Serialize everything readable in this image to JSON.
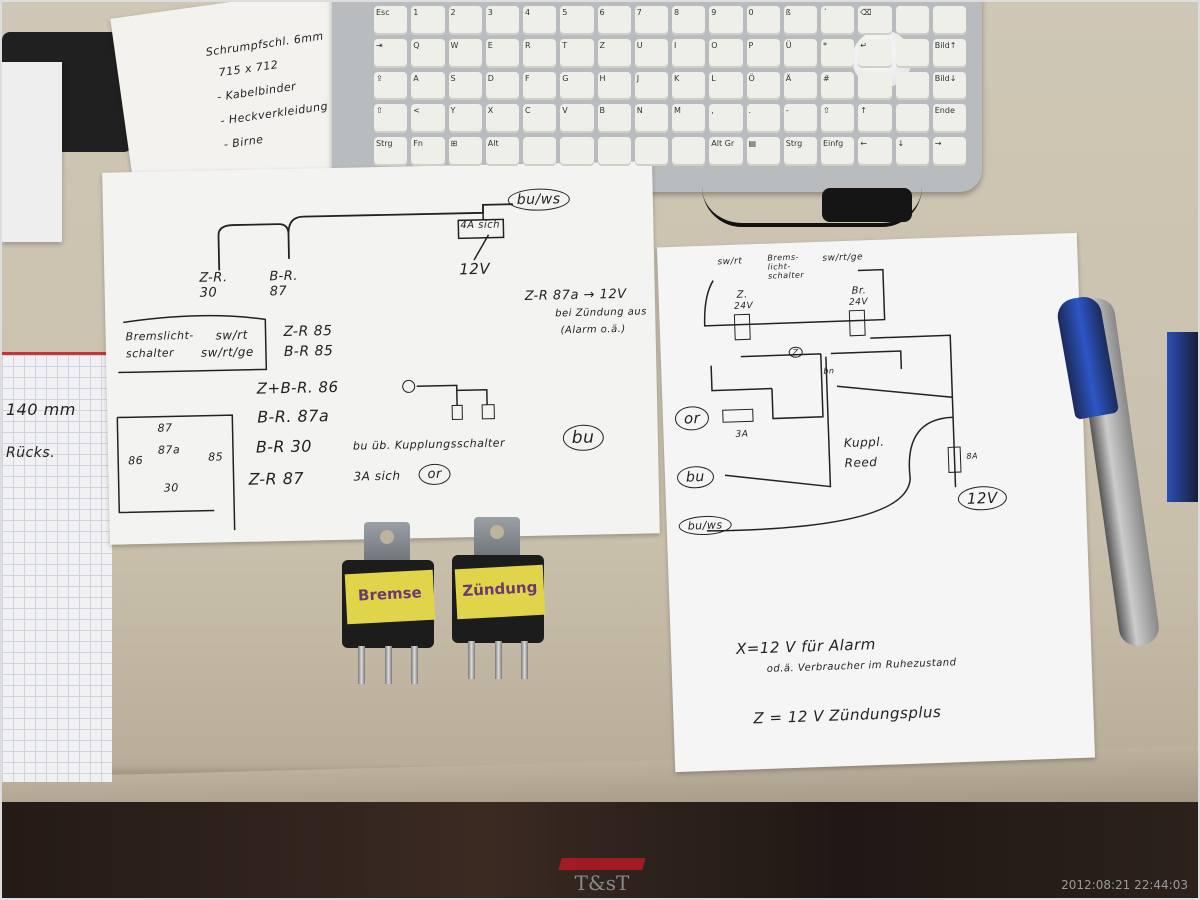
{
  "left_sheet": {
    "zr30": "Z-R. 30",
    "br87": "B-R. 87",
    "bu_ws": "bu/ws",
    "fuse": "4A sich",
    "v12": "12V",
    "zr87a_note": "Z-R 87a → 12V",
    "zr87a_note2": "bei Zündung aus",
    "zr87a_note3": "(Alarm o.ä.)",
    "switch_l1": "Bremslicht-",
    "switch_l2": "schalter",
    "sw_rt": "sw/rt",
    "sw_rt_ge": "sw/rt/ge",
    "zr85": "Z-R 85",
    "br85": "B-R 85",
    "zbr86": "Z+B-R. 86",
    "br87a": "B-R. 87a",
    "br30": "B-R 30",
    "br30_desc": "bu üb. Kupplungsschalter",
    "bu": "bu",
    "zr87": "Z-R 87",
    "zr87_desc": "3A sich",
    "or": "or",
    "pinout": {
      "p87": "87",
      "p87a": "87a",
      "p86": "86",
      "p85": "85",
      "p30": "30"
    }
  },
  "right_sheet": {
    "sw_rt": "sw/rt",
    "bremslicht": "Brems-licht-schalter",
    "sw_rt_ge": "sw/rt/ge",
    "z_relay": "Z.",
    "z_volt": "24V",
    "br_relay": "Br.",
    "br_volt": "24V",
    "z_mark": "Z",
    "bn": "bn",
    "or": "or",
    "fuse3a": "3A",
    "bu": "bu",
    "bu_ws": "bu/ws",
    "kuppl": "Kuppl.",
    "reed": "Reed",
    "fuse8a": "8A",
    "v12": "12V",
    "note_x1": "X=12 V für Alarm",
    "note_x2": "od.ä. Verbraucher im Ruhezustand",
    "note_z": "Z = 12 V Zündungsplus"
  },
  "relays": [
    {
      "label": "Bremse"
    },
    {
      "label": "Zündung"
    }
  ],
  "graph_paper": {
    "line1": "140 mm",
    "line2": "Rücks."
  },
  "notes_top": {
    "line1": "Schrumpfschl. 6mm",
    "line2": "715 x 712",
    "line3": "- Kabelbinder",
    "line4": "- Heckverkleidung",
    "line5": "- Birne"
  },
  "keyboard": {
    "keys": [
      "Esc",
      "1",
      "2",
      "3",
      "4",
      "5",
      "6",
      "7",
      "8",
      "9",
      "0",
      "ß",
      "´",
      "⌫",
      "",
      "",
      "⇥",
      "Q",
      "W",
      "E",
      "R",
      "T",
      "Z",
      "U",
      "I",
      "O",
      "P",
      "Ü",
      "*",
      "↵",
      "",
      "Bild↑",
      "⇪",
      "A",
      "S",
      "D",
      "F",
      "G",
      "H",
      "J",
      "K",
      "L",
      "Ö",
      "Ä",
      "#",
      "",
      "",
      "Bild↓",
      "⇧",
      "<",
      "Y",
      "X",
      "C",
      "V",
      "B",
      "N",
      "M",
      ",",
      ".",
      "-",
      "⇧",
      "↑",
      "",
      "Ende",
      "Strg",
      "Fn",
      "⊞",
      "Alt",
      "",
      "",
      "",
      "",
      "",
      "Alt Gr",
      "▤",
      "Strg",
      "Einfg",
      "←",
      "↓",
      "→"
    ]
  },
  "photo": {
    "timestamp": "2012:08:21 22:44:03",
    "logo_text": "T&s T"
  }
}
